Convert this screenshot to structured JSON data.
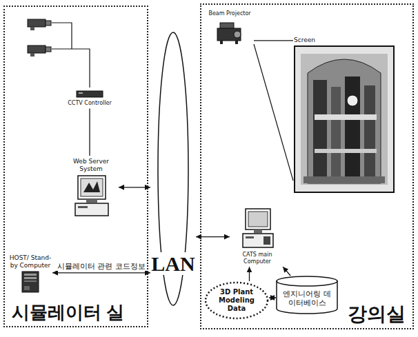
{
  "diagram": {
    "nodes": [
      {
        "text": [
          "시뮬레이터 실"
        ]
      },
      {
        "text": [
          "CCTV Controller"
        ],
        "in": 0
      },
      {
        "text": [
          "Web Server System"
        ],
        "in": 0
      },
      {
        "text": [
          "HOST/ Stand-by Computer"
        ],
        "in": 0
      },
      {
        "text": [
          "LAN"
        ]
      },
      {
        "text": [
          "강의실"
        ]
      },
      {
        "text": [
          "Beam Projector"
        ],
        "in": 5
      },
      {
        "text": [
          "Screen"
        ],
        "in": 5
      },
      {
        "text": [
          "CATS main Computer"
        ],
        "in": 5
      },
      {
        "text": [
          "3D Plant Modeling Data"
        ],
        "in": 5
      },
      {
        "text": [
          "엔지니어링 데이터베이스"
        ],
        "in": 5
      }
    ],
    "edges": [
      {
        "from": 1,
        "to": 2,
        "arrow": "none"
      },
      {
        "from": 2,
        "to": 4,
        "arrow": "both"
      },
      {
        "from": 3,
        "to": 4,
        "arrow": "both",
        "label": "시뮬레이터 관련 코드정보"
      },
      {
        "from": 4,
        "to": 8,
        "arrow": "both"
      },
      {
        "from": 6,
        "to": 7,
        "arrow": "none"
      },
      {
        "from": 9,
        "to": 8,
        "arrow": "to"
      },
      {
        "from": 10,
        "to": 8,
        "arrow": "to"
      },
      {
        "from": 9,
        "to": 10,
        "arrow": "both"
      }
    ]
  }
}
